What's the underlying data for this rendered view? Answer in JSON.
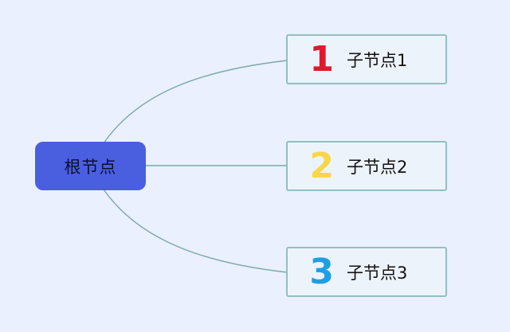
{
  "colors": {
    "background": "#eaf0fd",
    "root_fill": "#4a5fe0",
    "child_border": "#93bfc0",
    "link": "#7aa9a6"
  },
  "root": {
    "label": "根节点"
  },
  "children": [
    {
      "marker": "1",
      "marker_color": "#e0182d",
      "label": "子节点1"
    },
    {
      "marker": "2",
      "marker_color": "#f7d64a",
      "label": "子节点2"
    },
    {
      "marker": "3",
      "marker_color": "#1e9fe3",
      "label": "子节点3"
    }
  ]
}
